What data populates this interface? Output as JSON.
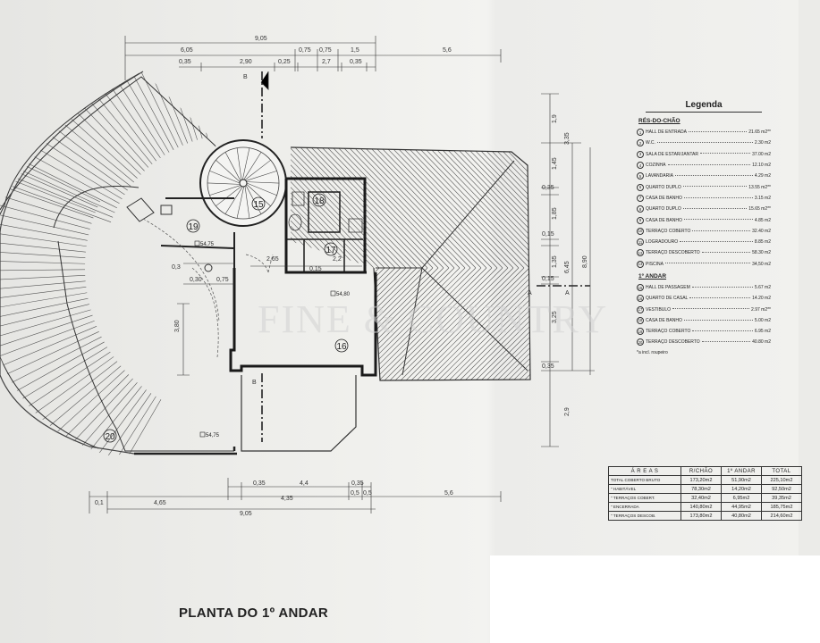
{
  "plan_title": "PLANTA DO 1º ANDAR",
  "watermark": "FINE & COUNTRY",
  "legend": {
    "title": "Legenda",
    "sections": [
      {
        "title": "RÉS-DO-CHÃO",
        "items": [
          {
            "num": "1",
            "name": "HALL DE ENTRADA",
            "area": "21.65 m2**"
          },
          {
            "num": "2",
            "name": "W.C.",
            "area": "2.30 m2"
          },
          {
            "num": "3",
            "name": "SALA DE ESTAR/JANTAR",
            "area": "37.00 m2"
          },
          {
            "num": "4",
            "name": "COZINHA",
            "area": "12.10 m2"
          },
          {
            "num": "5",
            "name": "LAVANDARIA",
            "area": "4.29 m2"
          },
          {
            "num": "6",
            "name": "QUARTO DUPLO",
            "area": "13.55 m2**"
          },
          {
            "num": "7",
            "name": "CASA DE BANHO",
            "area": "3.15 m2"
          },
          {
            "num": "8",
            "name": "QUARTO DUPLO",
            "area": "15.65 m2**"
          },
          {
            "num": "9",
            "name": "CASA DE BANHO",
            "area": "4.85 m2"
          },
          {
            "num": "10",
            "name": "TERRAÇO COBERTO",
            "area": "32.40 m2"
          },
          {
            "num": "11",
            "name": "LOGRADOURO",
            "area": "8.85 m2"
          },
          {
            "num": "12",
            "name": "TERRAÇO DESCOBERTO",
            "area": "58.30 m2"
          },
          {
            "num": "13",
            "name": "PISCINA",
            "area": "34,50 m2"
          }
        ]
      },
      {
        "title": "1º ANDAR",
        "items": [
          {
            "num": "15",
            "name": "HALL DE PASSAGEM",
            "area": "5.67 m2"
          },
          {
            "num": "16",
            "name": "QUARTO DE CASAL",
            "area": "14.20 m2"
          },
          {
            "num": "17",
            "name": "VESTIBULO",
            "area": "2.97 m2**"
          },
          {
            "num": "18",
            "name": "CASA DE BANHO",
            "area": "5.00 m2"
          },
          {
            "num": "19",
            "name": "TERRAÇO COBERTO",
            "area": "6.95 m2"
          },
          {
            "num": "20",
            "name": "TERRAÇO DESCOBERTO",
            "area": "40.80 m2"
          }
        ]
      }
    ],
    "note": "*a incl. roupeiro"
  },
  "areas_table": {
    "headers": [
      "Á R E A S",
      "R/CHÃO",
      "1º ANDAR",
      "TOTAL"
    ],
    "rows": [
      [
        "TOTAL COBERTO BRUTO",
        "173,20m2",
        "51,90m2",
        "225,10m2"
      ],
      [
        "\" HABITÁVEL",
        "78,30m2",
        "14,20m2",
        "92,50m2"
      ],
      [
        "\" TERRAÇOS COBERT.",
        "32,40m2",
        "6,95m2",
        "39,35m2"
      ],
      [
        "\" ENCERRADA",
        "140,80m2",
        "44,95m2",
        "185,75m2"
      ],
      [
        "\" TERRAÇOS DESCOB.",
        "173,80m2",
        "40,80m2",
        "214,60m2"
      ]
    ]
  },
  "rooms": [
    "15",
    "16",
    "17",
    "18",
    "19",
    "20"
  ],
  "levels": [
    "54,75",
    "54,80",
    "54,75"
  ],
  "section_marks": [
    "B",
    "B",
    "A",
    "A"
  ],
  "dims_top": {
    "overall": "9,05",
    "row2": [
      "6,05",
      "0,75",
      "0,75",
      "1,5",
      "5,6"
    ],
    "row3": [
      "0,35",
      "2,90",
      "0,25",
      "2,7",
      "0,35"
    ]
  },
  "dims_bottom": {
    "row1": [
      "0,35",
      "4,4",
      "0,35"
    ],
    "row2": [
      "0,1",
      "4,65",
      "4,35",
      "0,5",
      "0,5",
      "5,6"
    ],
    "overall": "9,05"
  },
  "dims_right_outer": [
    "1,9",
    "3,35",
    "1,45",
    "0,35",
    "1,85",
    "0,15",
    "1,35",
    "0,15",
    "3,25",
    "0,35",
    "2,9"
  ],
  "dims_right_total": [
    "6,45",
    "8,90"
  ],
  "dims_interior": [
    "2,65",
    "0,15",
    "2,2",
    "0,3",
    "0,30",
    "0,75",
    "3,80"
  ]
}
